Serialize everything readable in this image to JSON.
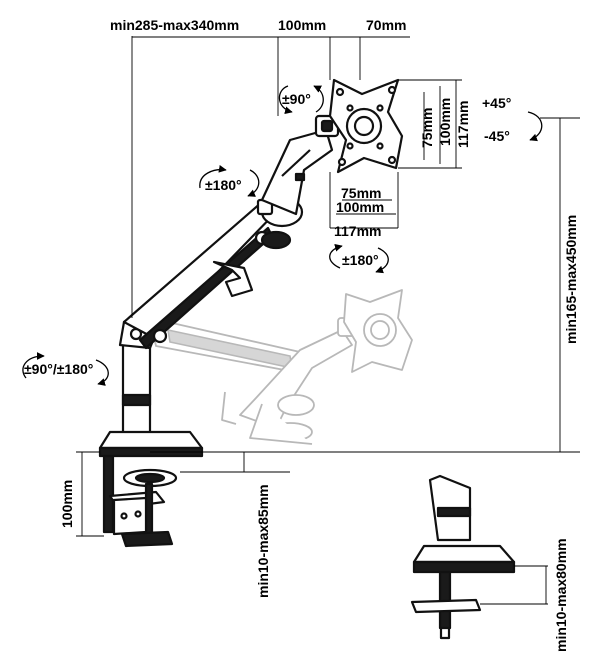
{
  "dimensions": {
    "reach": "min285-max340mm",
    "vesa_offset_100": "100mm",
    "vesa_offset_70": "70mm",
    "vesa_h_75": "75mm",
    "vesa_h_100": "100mm",
    "vesa_h_117": "117mm",
    "vesa_v_75": "75mm",
    "vesa_v_100": "100mm",
    "vesa_v_117": "117mm",
    "height_range": "min165-max450mm",
    "clamp_height": "100mm",
    "clamp_thickness": "min10-max85mm",
    "grommet_thickness": "min10-max80mm"
  },
  "rotations": {
    "plate_rotation": "±90°",
    "tilt_up": "+45°",
    "tilt_down": "-45°",
    "arm_swivel": "±180°",
    "head_swivel": "±180°",
    "base_swivel": "±90°/±180°"
  },
  "colors": {
    "line": "#111111",
    "ghost": "#b8b8b8",
    "background": "#ffffff"
  }
}
